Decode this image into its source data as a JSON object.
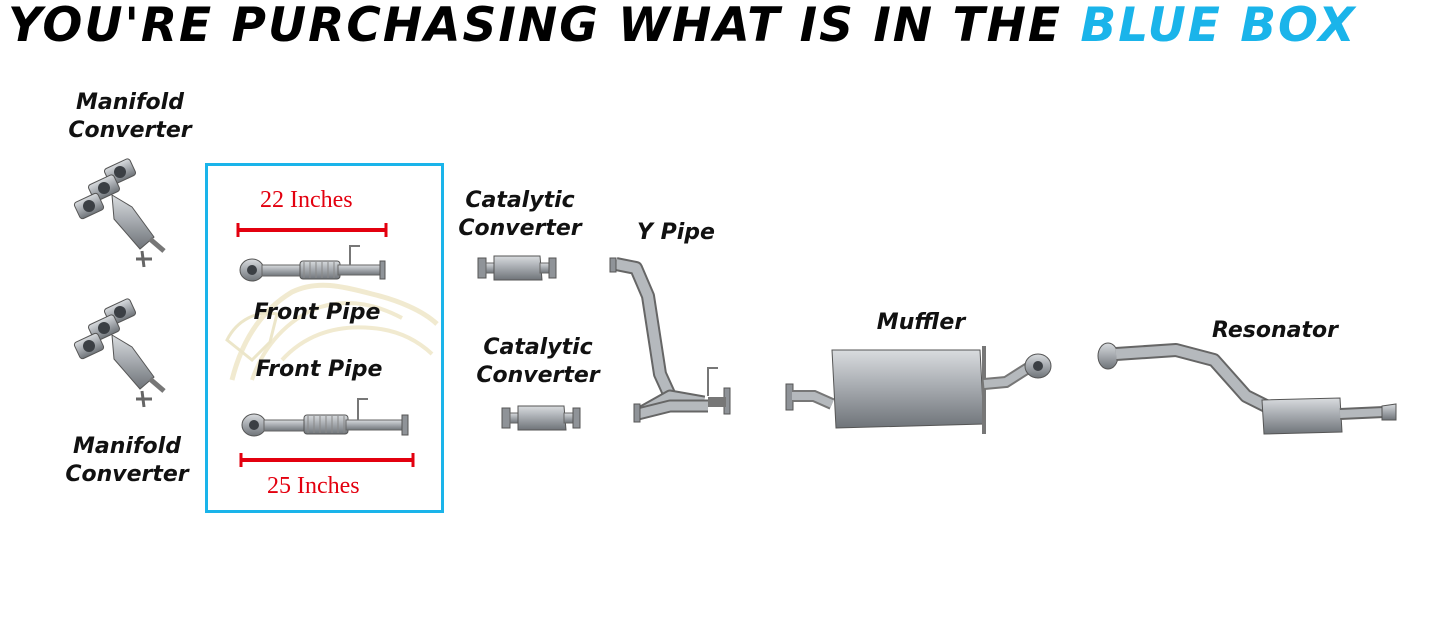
{
  "headline": {
    "prefix": "YOU'RE PURCHASING WHAT IS IN THE",
    "highlight": "BLUE BOX"
  },
  "colors": {
    "highlight_blue": "#1ab4ea",
    "measurement_red": "#e3000f",
    "part_metal": "#9ea3a8"
  },
  "parts": {
    "manifold_top": {
      "line1": "Manifold",
      "line2": "Converter"
    },
    "manifold_bottom": {
      "line1": "Manifold",
      "line2": "Converter"
    },
    "front_pipe_top": {
      "label": "Front Pipe",
      "length": "22 Inches"
    },
    "front_pipe_bottom": {
      "label": "Front Pipe",
      "length": "25 Inches"
    },
    "catalytic_top": {
      "line1": "Catalytic",
      "line2": "Converter"
    },
    "catalytic_bottom": {
      "line1": "Catalytic",
      "line2": "Converter"
    },
    "y_pipe": {
      "label": "Y Pipe"
    },
    "muffler": {
      "label": "Muffler"
    },
    "resonator": {
      "label": "Resonator"
    }
  },
  "icons": [
    "exhaust-manifold-icon",
    "front-pipe-icon",
    "catalytic-converter-icon",
    "y-pipe-icon",
    "muffler-icon",
    "resonator-icon",
    "horse-watermark-icon"
  ]
}
